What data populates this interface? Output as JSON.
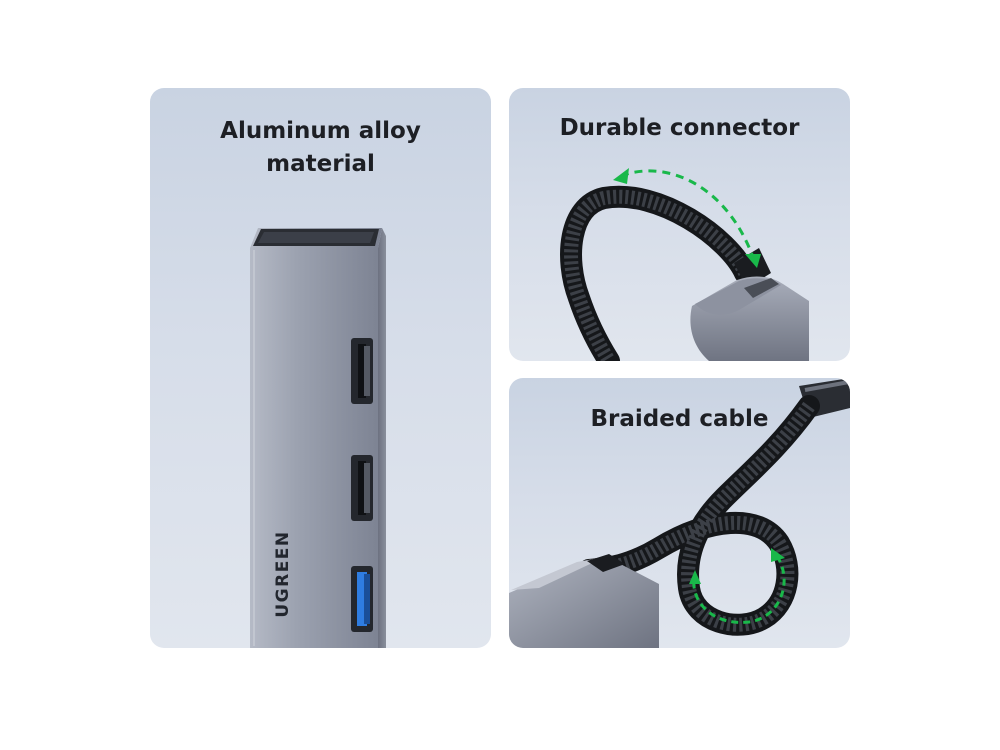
{
  "panels": {
    "left": {
      "caption_line1": "Aluminum alloy",
      "caption_line2": "material",
      "brand_label": "UGREEN"
    },
    "top": {
      "caption": "Durable connector"
    },
    "bottom": {
      "caption": "Braided cable"
    }
  },
  "colors": {
    "panel_background": "#cfd7e5",
    "hub_aluminum": "#8f95a3",
    "usb_port_accent": "#2f7de1",
    "cable_braid": "#1f2226",
    "arrow_accent": "#19b84a"
  },
  "icons": [
    "flex-double-arrow-icon",
    "loop-double-arrow-icon"
  ]
}
